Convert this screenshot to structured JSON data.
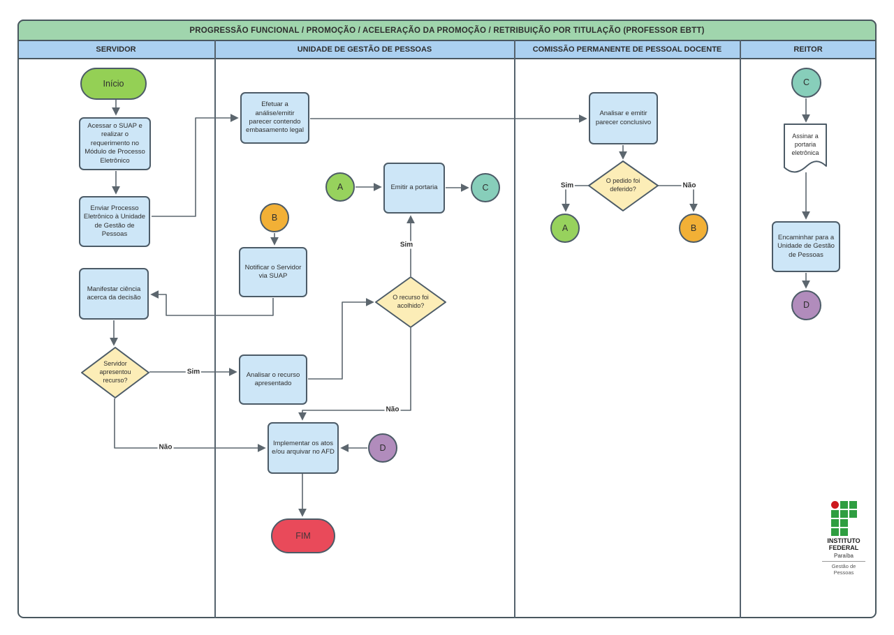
{
  "title": "PROGRESSÃO FUNCIONAL / PROMOÇÃO / ACELERAÇÃO DA PROMOÇÃO / RETRIBUIÇÃO POR TITULAÇÃO (PROFESSOR EBTT)",
  "lanes": [
    {
      "label": "SERVIDOR"
    },
    {
      "label": "UNIDADE DE GESTÃO DE PESSOAS"
    },
    {
      "label": "COMISSÃO PERMANENTE DE PESSOAL DOCENTE"
    },
    {
      "label": "REITOR"
    }
  ],
  "nodes": {
    "inicio": {
      "label": "Início",
      "type": "start"
    },
    "acessar": {
      "label": "Acessar o SUAP e realizar o requerimento no Módulo de Processo Eletrônico",
      "type": "process"
    },
    "enviar": {
      "label": "Enviar Processo Eletrônico à Unidade de Gestão de Pessoas",
      "type": "process"
    },
    "manifestar": {
      "label": "Manifestar ciência acerca da decisão",
      "type": "process"
    },
    "recurso_q": {
      "label": "Servidor apresentou recurso?",
      "type": "decision"
    },
    "efetuar": {
      "label": "Efetuar a análise/emitir parecer contendo embasamento legal",
      "type": "process"
    },
    "notificar": {
      "label": "Notificar o Servidor via SUAP",
      "type": "process"
    },
    "emitir": {
      "label": "Emitir a portaria",
      "type": "process"
    },
    "acolhido_q": {
      "label": "O recurso foi acolhido?",
      "type": "decision"
    },
    "analisar_recurso": {
      "label": "Analisar o recurso apresentado",
      "type": "process"
    },
    "implementar": {
      "label": "Implementar os atos e/ou arquivar no AFD",
      "type": "process"
    },
    "fim": {
      "label": "FIM",
      "type": "end"
    },
    "analisar_parecer": {
      "label": "Analisar e emitir parecer conclusivo",
      "type": "process"
    },
    "deferido_q": {
      "label": "O pedido foi deferido?",
      "type": "decision"
    },
    "assinar": {
      "label": "Assinar a portaria eletrônica",
      "type": "document"
    },
    "encaminhar": {
      "label": "Encaminhar para a Unidade de Gestão de Pessoas",
      "type": "process"
    }
  },
  "connectors": {
    "a": "A",
    "b": "B",
    "c": "C",
    "d": "D"
  },
  "edge_labels": {
    "sim_recurso": "Sim",
    "nao_recurso": "Não",
    "sim_acolhido": "Sim",
    "nao_acolhido": "Não",
    "sim_deferido": "Sim",
    "nao_deferido": "Não"
  },
  "logo": {
    "name_line1": "INSTITUTO",
    "name_line2": "FEDERAL",
    "region": "Paraíba",
    "dept_line1": "Gestão de",
    "dept_line2": "Pessoas"
  },
  "colors": {
    "title_bar": "#a0d5ad",
    "lane_header": "#abd0f0",
    "process_fill": "#cde6f7",
    "decision_fill": "#fcedb7",
    "start_fill": "#94d055",
    "end_fill": "#e94a5a",
    "connector_a": "#97d25d",
    "connector_b": "#f2b036",
    "connector_c": "#87ceba",
    "connector_d": "#b18cbc",
    "shape_border": "#4c5b67",
    "line": "#5c666e",
    "logo_green": "#2f9e41",
    "logo_red": "#cd191e"
  }
}
